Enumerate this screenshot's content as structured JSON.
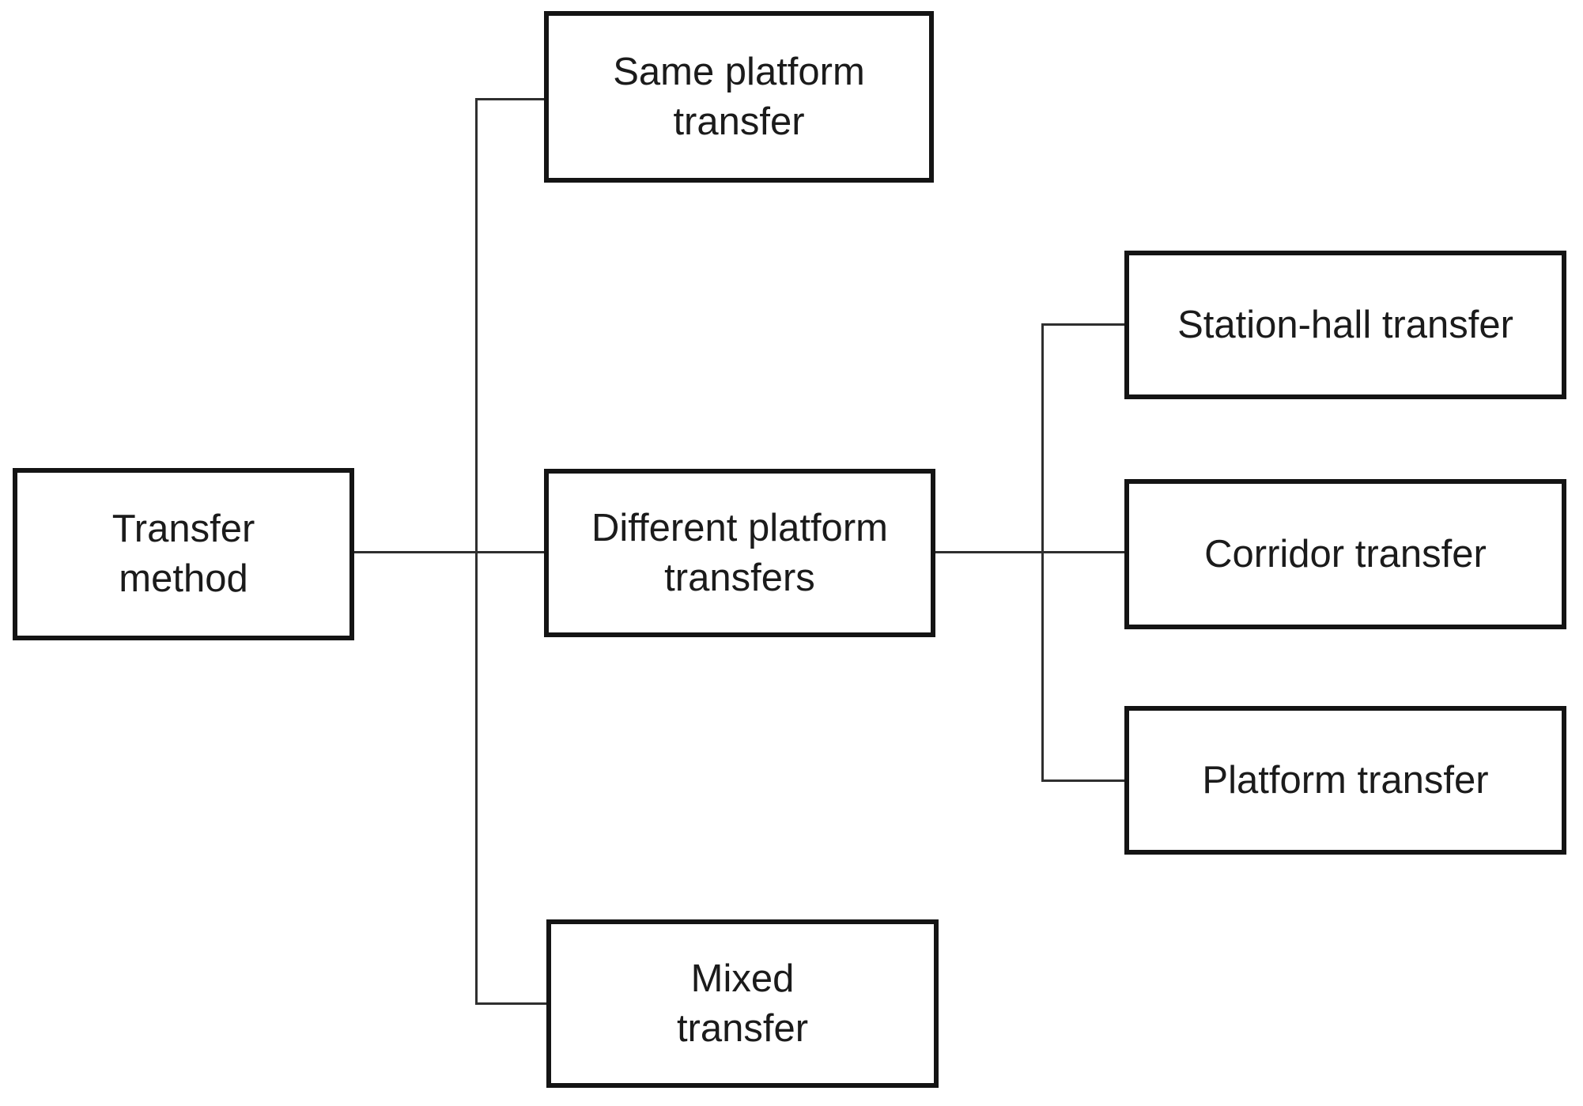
{
  "diagram": {
    "type": "tree",
    "orientation": "left-to-right",
    "colors": {
      "background": "#ffffff",
      "box_border": "#141414",
      "box_fill": "#ffffff",
      "text": "#1b1b1b",
      "connector": "#2f2f2f"
    },
    "nodes": {
      "root": {
        "label": "Transfer\nmethod"
      },
      "same_platform": {
        "label": "Same platform\ntransfer"
      },
      "different_platform": {
        "label": "Different platform\ntransfers"
      },
      "mixed": {
        "label": "Mixed\ntransfer"
      },
      "station_hall": {
        "label": "Station-hall transfer"
      },
      "corridor": {
        "label": "Corridor transfer"
      },
      "platform": {
        "label": "Platform transfer"
      }
    },
    "hierarchy": [
      {
        "parent": "root",
        "children": [
          "same_platform",
          "different_platform",
          "mixed"
        ]
      },
      {
        "parent": "different_platform",
        "children": [
          "station_hall",
          "corridor",
          "platform"
        ]
      }
    ]
  }
}
